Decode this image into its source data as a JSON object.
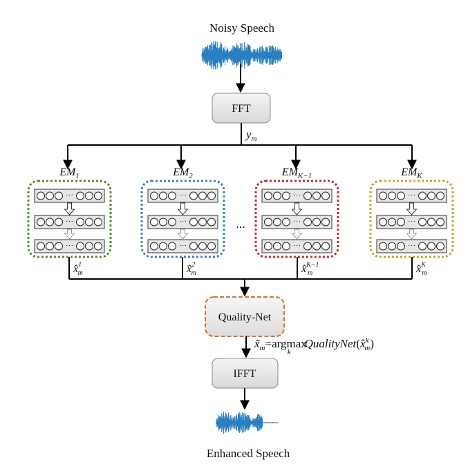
{
  "input_label": "Noisy Speech",
  "output_label": "Enhanced Speech",
  "fft_label": "FFT",
  "ifft_label": "IFFT",
  "quality_label": "Quality-Net",
  "spectrum_label": {
    "base": "y",
    "sub": "m"
  },
  "ellipsis": "...",
  "neuron_dots": "···",
  "models": [
    {
      "base": "EM",
      "sub": "1",
      "out_sub": "m",
      "out_sup": "1",
      "color": "#5a8a2a"
    },
    {
      "base": "EM",
      "sub": "2",
      "out_sub": "m",
      "out_sup": "2",
      "color": "#3f7fc0"
    },
    {
      "base": "EM",
      "sub": "K−1",
      "out_sub": "m",
      "out_sup": "K−1",
      "color": "#c1272d"
    },
    {
      "base": "EM",
      "sub": "K",
      "out_sub": "m",
      "out_sup": "K",
      "color": "#d0a11d"
    }
  ],
  "formula": {
    "lhs_base": "x̃",
    "lhs_sub": "m",
    "eq": "=",
    "argmax": "argmax",
    "argmax_sub": "k",
    "fn": "QualityNet",
    "arg_base": "x̂",
    "arg_sub": "m",
    "arg_sup": "k"
  },
  "colors": {
    "quality_border": "#d9732b",
    "wave": "#2a7fc1",
    "box_fill": "#e6e6e6"
  }
}
